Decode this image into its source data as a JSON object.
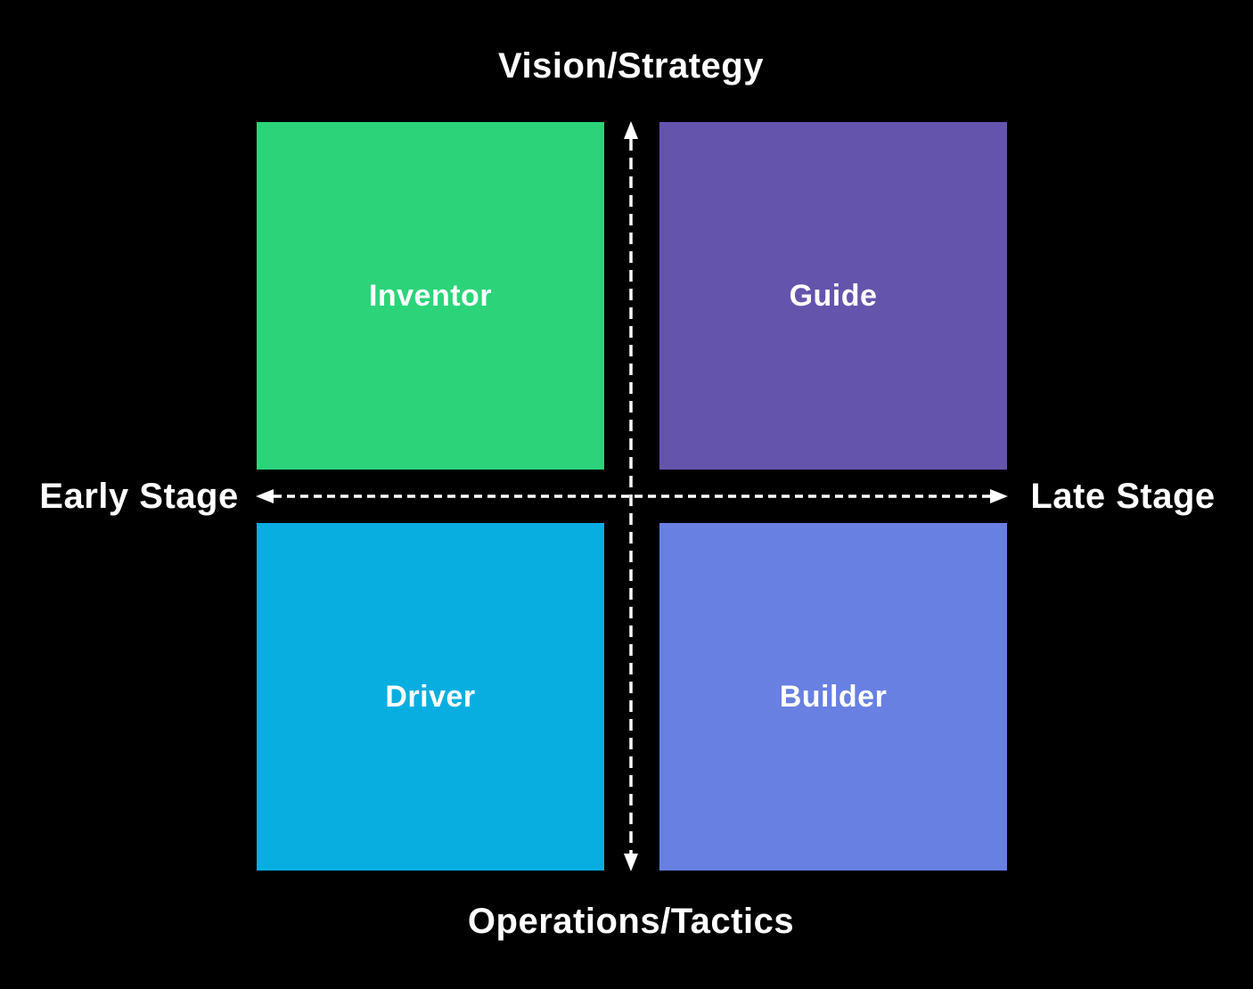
{
  "diagram": {
    "type": "quadrant-matrix",
    "background_color": "#000000",
    "text_color": "#FFFFFF",
    "axes": {
      "top_label": "Vision/Strategy",
      "bottom_label": "Operations/Tactics",
      "left_label": "Early Stage",
      "right_label": "Late Stage",
      "arrow_color": "#FFFFFF",
      "arrow_style": "dashed, double-headed"
    },
    "quadrants": [
      {
        "position": "top-left",
        "label": "Inventor",
        "color": "#2BD479"
      },
      {
        "position": "top-right",
        "label": "Guide",
        "color": "#6554AC"
      },
      {
        "position": "bottom-left",
        "label": "Driver",
        "color": "#08AEE0"
      },
      {
        "position": "bottom-right",
        "label": "Builder",
        "color": "#6780E2"
      }
    ]
  }
}
